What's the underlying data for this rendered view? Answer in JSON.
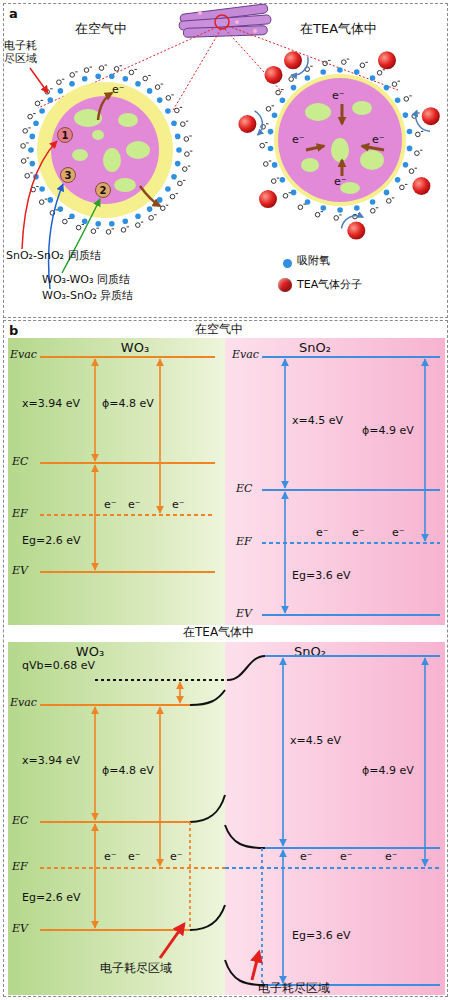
{
  "diagram": {
    "nodes": [
      {
        "text": [
          "a"
        ]
      },
      {
        "text": [
          "1"
        ],
        "in": 0
      },
      {
        "text": [
          "2"
        ],
        "in": 0
      },
      {
        "text": [
          "3"
        ],
        "in": 0
      },
      {
        "text": [
          "b"
        ]
      },
      {
        "text": [
          "WO₃"
        ],
        "in": 4
      },
      {
        "text": [
          "SnO₂"
        ],
        "in": 4
      },
      {
        "text": [
          "WO₃"
        ],
        "in": 4
      },
      {
        "text": [
          "SnO₂"
        ],
        "in": 4
      }
    ],
    "labels": [
      "在空气中",
      "在TEA气体中",
      "电子耗尽区域",
      "e⁻",
      "e⁻",
      "e⁻",
      "e⁻",
      "e⁻",
      "SnO₂-SnO₂ 同质结",
      "WO₃-WO₃ 同质结",
      "WO₃-SnO₂ 异质结",
      "在空气中",
      "Evac",
      "x=3.94 eV",
      "ϕ=4.8 eV",
      "EC",
      "e⁻",
      "e⁻",
      "e⁻",
      "EF",
      "Eg=2.6 eV",
      "EV",
      "Evac",
      "x=4.5 eV",
      "ϕ=4.9 eV",
      "EC",
      "e⁻",
      "e⁻",
      "e⁻",
      "EF",
      "Eg=3.6 eV",
      "EV",
      "在TEA气体中",
      "qVb=0.68 eV",
      "Evac",
      "x=3.94 eV",
      "ϕ=4.8 eV",
      "EC",
      "e⁻",
      "e⁻",
      "e⁻",
      "EF",
      "Eg=2.6 eV",
      "EV",
      "x=4.5 eV",
      "ϕ=4.9 eV",
      "e⁻",
      "e⁻",
      "e⁻",
      "Eg=3.6 eV",
      "电子耗尽区域",
      "电子耗尽区域"
    ],
    "legend": [
      {
        "text": "吸附氧",
        "color": "#2f8fe0"
      },
      {
        "text": "TEA气体分子",
        "color": "#e02020"
      }
    ]
  }
}
